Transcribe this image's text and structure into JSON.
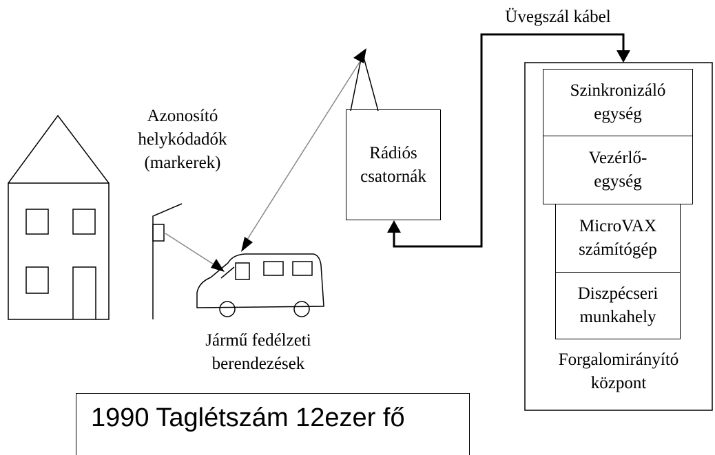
{
  "labels": {
    "marker_line1": "Azonosító",
    "marker_line2": "helykódadók",
    "marker_line3": "(markerek)",
    "vehicle_line1": "Jármű fedélzeti",
    "vehicle_line2": "berendezések",
    "fiber": "Üvegszál kábel",
    "radio_line1": "Rádiós",
    "radio_line2": "csatornák",
    "sync_line1": "Szinkronizáló",
    "sync_line2": "egység",
    "control_line1": "Vezérlő-",
    "control_line2": "egység",
    "microvax_line1": "MicroVAX",
    "microvax_line2": "számítógép",
    "dispatch_line1": "Diszpécseri",
    "dispatch_line2": "munkahely",
    "center_line1": "Forgalomirányító",
    "center_line2": "központ",
    "caption": "1990 Taglétszám 12ezer fő"
  },
  "colors": {
    "line": "#000000",
    "thin_line": "#888888"
  }
}
